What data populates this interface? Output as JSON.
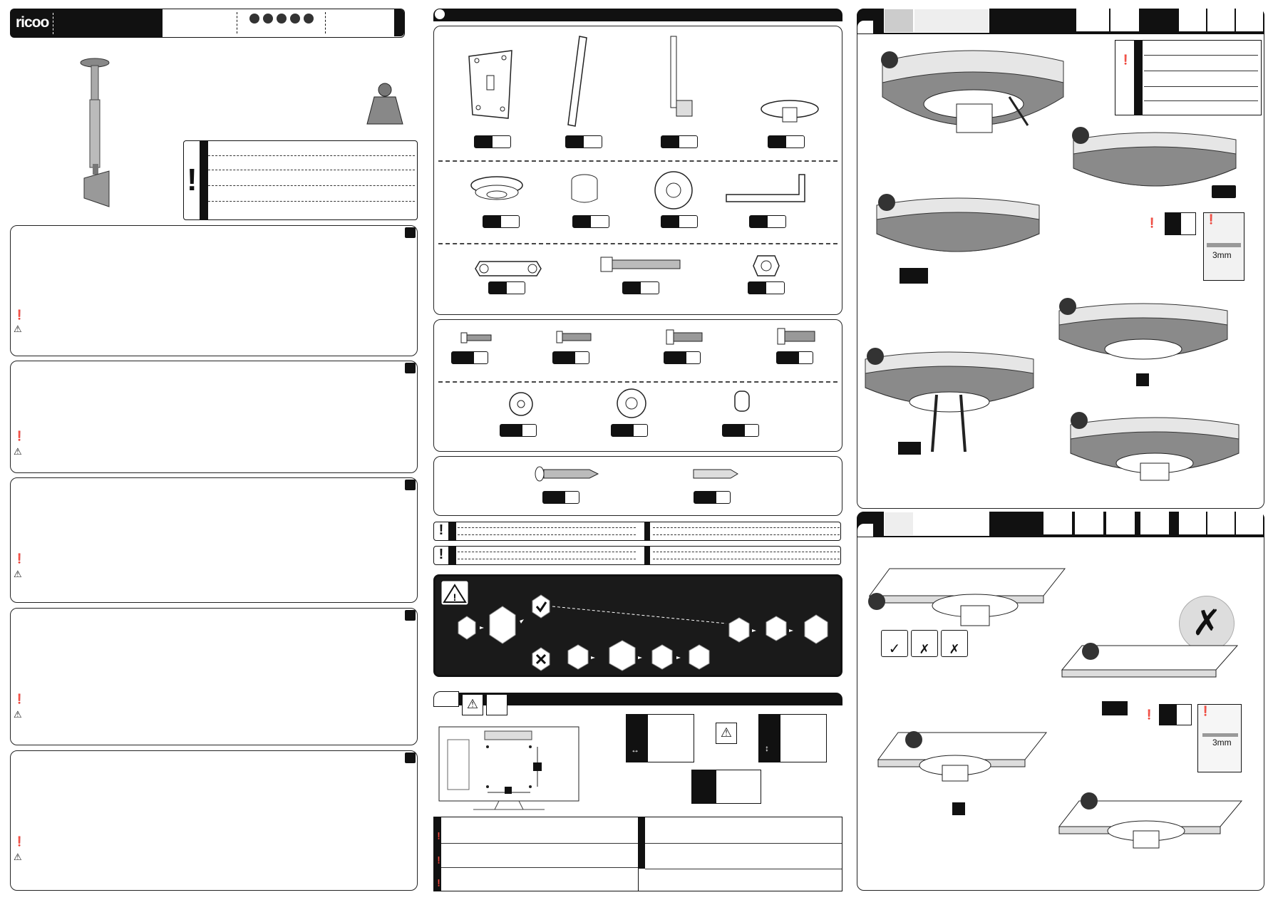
{
  "brand": {
    "logo_text": "ricoo",
    "rating_dots": 5
  },
  "left_column": {
    "section_count": 5,
    "note_icon": "exclamation-circle-icon",
    "warning_icon": "warning-triangle-icon"
  },
  "parts_panel": {
    "rows": [
      [
        "tv-plate",
        "extension-pole",
        "tilt-arm",
        "ceiling-flange"
      ],
      [
        "cover-cap",
        "pole-sleeve",
        "washer-large",
        "allen-key"
      ],
      [
        "spanner",
        "hex-bolt",
        "lock-nut"
      ]
    ]
  },
  "screws_panel": {
    "screws": 4,
    "washers": 3
  },
  "anchors_panel": {
    "items": [
      "wood-screw",
      "wall-plug"
    ]
  },
  "workflow": {
    "steps": [
      "delivery-icon",
      "inspect-box-icon",
      "check-icon",
      "cross-icon",
      "no-box-icon",
      "contact-icon",
      "service-icon",
      "replace-icon",
      "tools-icon",
      "smiley-icon",
      "rating-icon"
    ]
  },
  "concrete_install": {
    "drill_note": "3mm"
  },
  "wood_install": {
    "drill_note": "3mm"
  },
  "colors": {
    "ink": "#111111",
    "concrete_fill": "#8a8a8a",
    "stone_fill": "#e6e6e6"
  }
}
